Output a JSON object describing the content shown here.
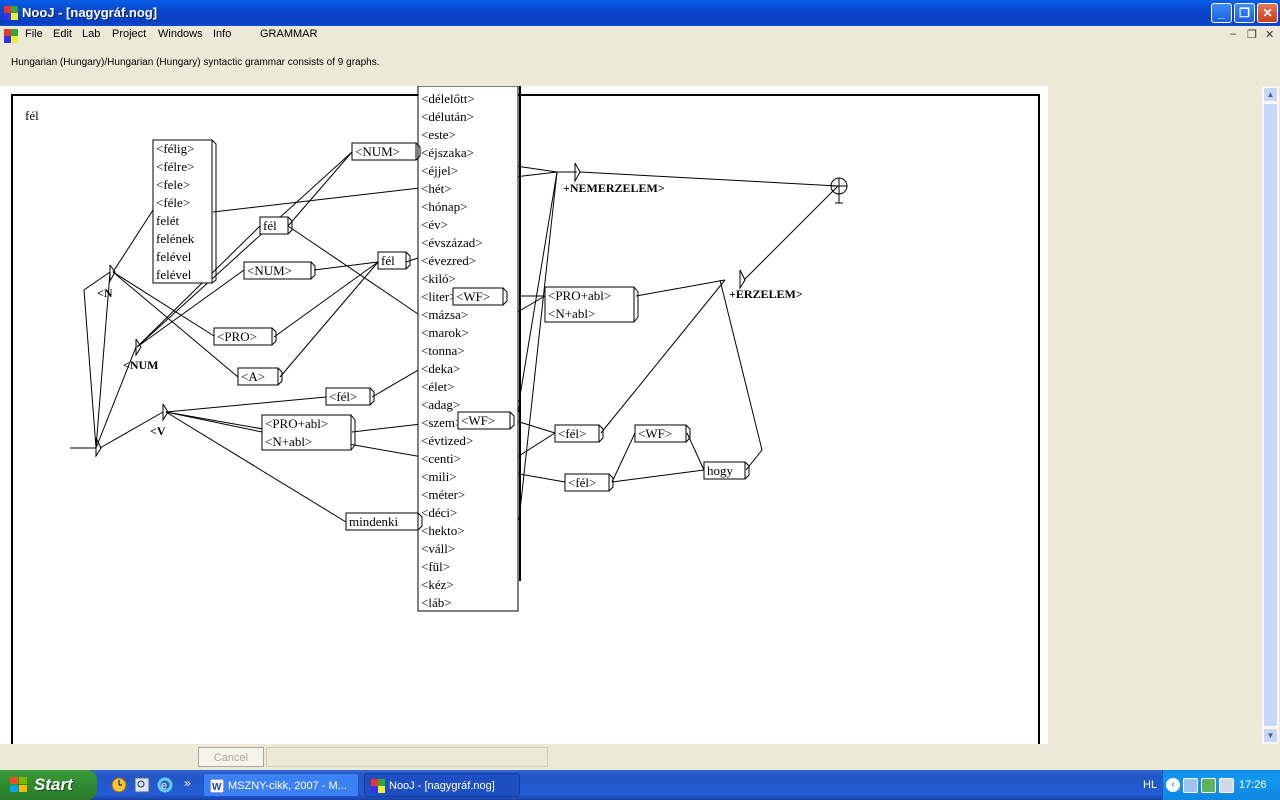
{
  "window": {
    "title": "NooJ - [nagygráf.nog]"
  },
  "window_controls": {
    "minimize": "_",
    "restore": "❐",
    "close": "✕"
  },
  "menu": {
    "items": [
      "File",
      "Edit",
      "Lab",
      "Project",
      "Windows",
      "Info",
      "GRAMMAR"
    ]
  },
  "mdi_controls": {
    "minimize": "–",
    "restore": "❐",
    "close": "✕"
  },
  "status": {
    "text": "Hungarian (Hungary)/Hungarian (Hungary) syntactic grammar consists of 9 graphs."
  },
  "graph": {
    "name": "fél",
    "listbox_a": [
      "<félig>",
      "<félre>",
      "<fele>",
      "<féle>",
      "felét",
      "felének",
      "felével",
      "felével"
    ],
    "listbox_b": [
      "<délelőtt>",
      "<délután>",
      "<este>",
      "<éjszaka>",
      "<éjjel>",
      "<hét>",
      "<hónap>",
      "<év>",
      "<évszázad>",
      "<évezred>",
      "<kiló>",
      "<liter>",
      "<mázsa>",
      "<marok>",
      "<tonna>",
      "<deka>",
      "<élet>",
      "<adag>",
      "<szem>",
      "<évtized>",
      "<centi>",
      "<mili>",
      "<méter>",
      "<déci>",
      "<hekto>",
      "<váll>",
      "<fül>",
      "<kéz>",
      "<láb>"
    ],
    "nodes": {
      "num_top": "<NUM>",
      "fel_a": "fél",
      "num_mid": "<NUM>",
      "fel_b": "fél",
      "pro": "<PRO>",
      "a": "<A>",
      "fel_c": "<fél>",
      "mindenki": "mindenki",
      "wf_a": "<WF>",
      "pro_abl_a": "<PRO+abl>",
      "n_abl_a": "<N+abl>",
      "pro_abl_b": "<PRO+abl>",
      "n_abl_b": "<N+abl>",
      "wf_b": "<WF>",
      "fel_d": "<fél>",
      "fel_e": "<fél>",
      "wf_c": "<WF>",
      "hogy": "hogy"
    },
    "labels": {
      "n": "<N",
      "num": "<NUM",
      "v": "<V",
      "nemerzelem": "+NEMERZELEM>",
      "erzelem": "+ERZELEM>"
    }
  },
  "bottom": {
    "cancel": "Cancel"
  },
  "taskbar": {
    "start": "Start",
    "overflow": "»",
    "tasks": [
      "MSZNY-cikk, 2007 - M...",
      "NooJ - [nagygráf.nog]"
    ],
    "lang": "HL",
    "clock": "17:26"
  }
}
